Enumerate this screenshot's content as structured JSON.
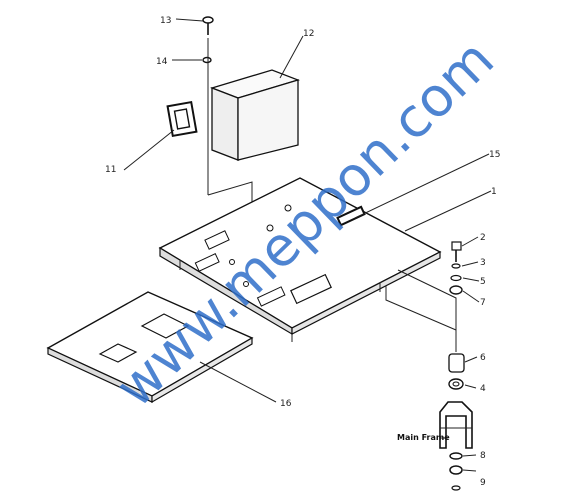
{
  "labels": {
    "p1": "1",
    "p2": "2",
    "p3": "3",
    "p4": "4",
    "p5": "5",
    "p6": "6",
    "p7": "7",
    "p8": "8",
    "p9": "9",
    "p11": "11",
    "p12": "12",
    "p13": "13",
    "p14": "14",
    "p15": "15",
    "p16": "16",
    "main_frame": "Main Frame"
  },
  "watermark": "www.meppon.com",
  "colors": {
    "watermark": "#2f6fc9",
    "line": "#222222"
  }
}
